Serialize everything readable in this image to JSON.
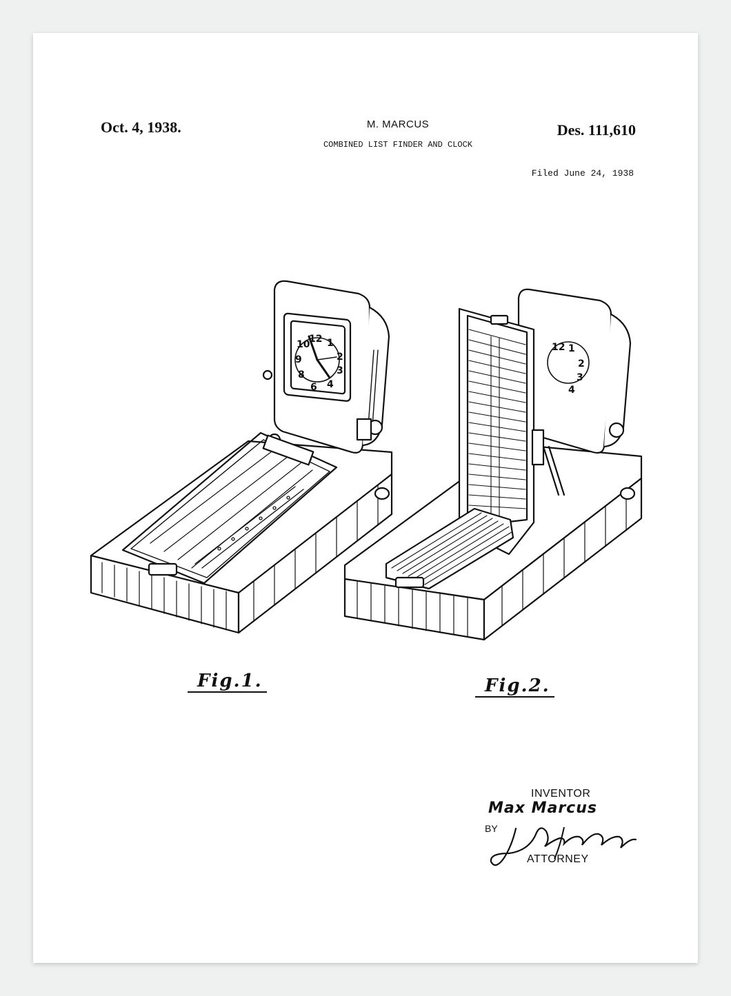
{
  "header": {
    "date": "Oct. 4, 1938.",
    "inventor": "M. MARCUS",
    "title": "COMBINED LIST FINDER AND CLOCK",
    "patent_number": "Des. 111,610",
    "filed": "Filed June 24, 1938"
  },
  "figures": {
    "fig1_label": "Fig.1.",
    "fig2_label": "Fig.2."
  },
  "signature_block": {
    "inventor_label": "INVENTOR",
    "inventor_name": "Max Marcus",
    "by_label": "BY",
    "attorney_label": "ATTORNEY"
  },
  "colors": {
    "ink": "#111111",
    "paper": "#ffffff",
    "background": "#eef1f0"
  }
}
